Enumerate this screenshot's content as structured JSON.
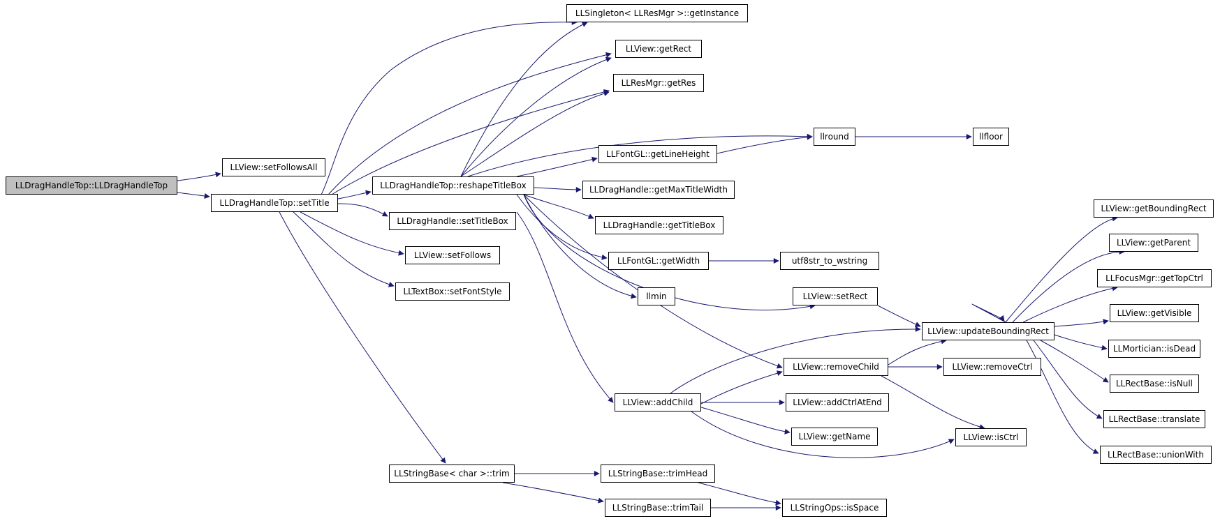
{
  "colors": {
    "edge": "#191970",
    "node_border": "#000000",
    "node_fill": "#ffffff",
    "root_fill": "#bfbfbf"
  },
  "nodes": {
    "root": "LLDragHandleTop::LLDragHandleTop",
    "setFollowsAll": "LLView::setFollowsAll",
    "setTitle": "LLDragHandleTop::setTitle",
    "singleton": "LLSingleton< LLResMgr >::getInstance",
    "getRect": "LLView::getRect",
    "getRes": "LLResMgr::getRes",
    "llround": "llround",
    "llfloor": "llfloor",
    "getLineHeight": "LLFontGL::getLineHeight",
    "reshapeTitleBox": "LLDragHandleTop::reshapeTitleBox",
    "getMaxTitleWidth": "LLDragHandle::getMaxTitleWidth",
    "getTitleBox": "LLDragHandle::getTitleBox",
    "setTitleBox": "LLDragHandle::setTitleBox",
    "getWidth": "LLFontGL::getWidth",
    "utf8str": "utf8str_to_wstring",
    "setFollows": "LLView::setFollows",
    "setFontStyle": "LLTextBox::setFontStyle",
    "llmin": "llmin",
    "setRect": "LLView::setRect",
    "updateBoundingRect": "LLView::updateBoundingRect",
    "removeChild": "LLView::removeChild",
    "removeCtrl": "LLView::removeCtrl",
    "addChild": "LLView::addChild",
    "addCtrlAtEnd": "LLView::addCtrlAtEnd",
    "getName": "LLView::getName",
    "isCtrl": "LLView::isCtrl",
    "getBoundingRect": "LLView::getBoundingRect",
    "getParent": "LLView::getParent",
    "getTopCtrl": "LLFocusMgr::getTopCtrl",
    "getVisible": "LLView::getVisible",
    "isDead": "LLMortician::isDead",
    "isNull": "LLRectBase::isNull",
    "translate": "LLRectBase::translate",
    "unionWith": "LLRectBase::unionWith",
    "trim": "LLStringBase< char >::trim",
    "trimHead": "LLStringBase::trimHead",
    "trimTail": "LLStringBase::trimTail",
    "isSpace": "LLStringOps::isSpace"
  }
}
